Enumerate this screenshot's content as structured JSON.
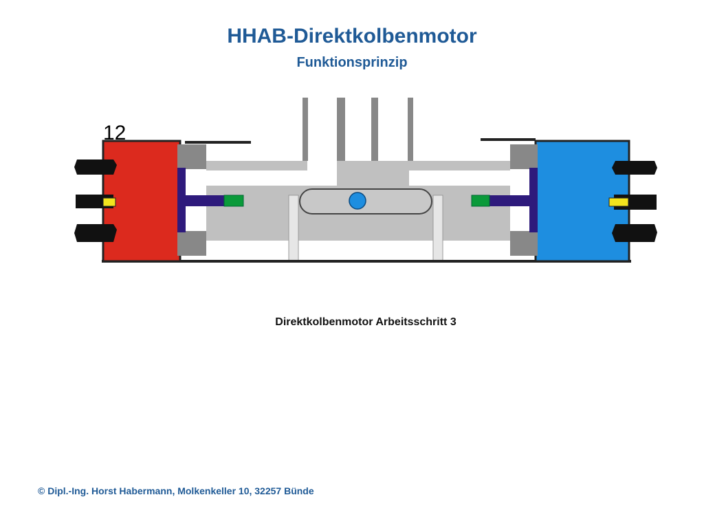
{
  "header": {
    "title": "HHAB-Direktkolbenmotor",
    "subtitle": "Funktionsprinzip"
  },
  "diagram": {
    "step_label": "Direktkolbenmotor Arbeitsschritt 3",
    "counter": "12",
    "colors": {
      "hot_chamber": "#dc2a1e",
      "cold_chamber": "#1e8ee0",
      "piston_rod": "#2e1a7c",
      "valve_green": "#0a9a3a",
      "sensor_yellow": "#f2e41e",
      "housing_gray": "#c0c0c0",
      "dark_gray": "#888888",
      "center_ball": "#1e8ee0"
    }
  },
  "footer": {
    "copyright": "© Dipl.-Ing. Horst Habermann, Molkenkeller 10, 32257 Bünde"
  }
}
